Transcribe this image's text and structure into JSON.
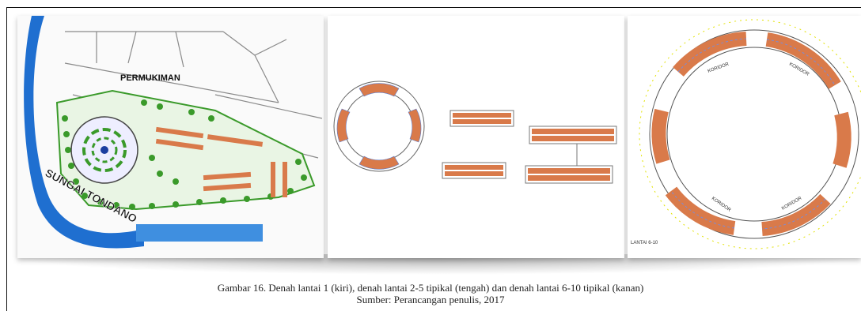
{
  "figure": {
    "caption": "Gambar 16. Denah lantai 1 (kiri), denah lantai 2-5 tipikal (tengah) dan denah lantai 6-10 tipikal (kanan)",
    "source": "Sumber: Perancangan penulis, 2017"
  },
  "site_plan": {
    "label_settlement": "PERMUKIMAN",
    "label_river": "SUNGAI TONDANO"
  },
  "typical_2_5": {},
  "typical_6_10": {
    "label_floor": "LANTAI 6-10",
    "corridor": "KORIDOR"
  },
  "colors": {
    "river": "#1f6fd0",
    "greenery": "#3a9a2a",
    "units": "#d97a4a",
    "road": "#9a9a9a"
  }
}
